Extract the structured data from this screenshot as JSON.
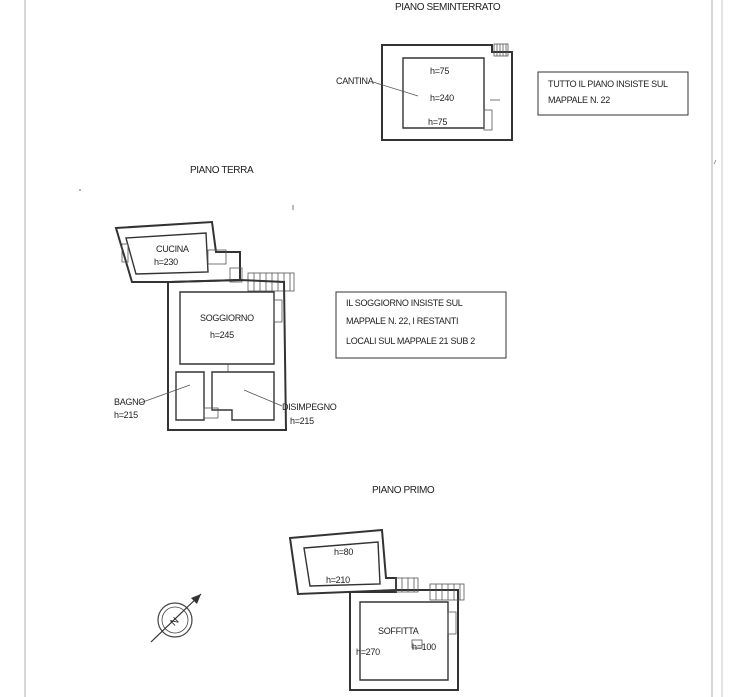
{
  "levels": {
    "basement": {
      "title": "PIANO SEMINTERRATO",
      "room": "CANTINA",
      "h_top": "h=75",
      "h_mid": "h=240",
      "h_bot": "h=75",
      "note_line1": "TUTTO IL PIANO INSISTE SUL",
      "note_line2": "MAPPALE N. 22"
    },
    "ground": {
      "title": "PIANO TERRA",
      "kitchen": "CUCINA",
      "kitchen_h": "h=230",
      "living": "SOGGIORNO",
      "living_h": "h=245",
      "bath": "BAGNO",
      "bath_h": "h=215",
      "hall": "DISIMPEGNO",
      "hall_h": "h=215",
      "note_line1": "IL SOGGIORNO INSISTE SUL",
      "note_line2": "MAPPALE N. 22, I RESTANTI",
      "note_line3": "LOCALI SUL MAPPALE 21 SUB 2"
    },
    "first": {
      "title": "PIANO PRIMO",
      "h_a": "h=80",
      "h_b": "h=210",
      "room": "SOFFITTA",
      "h_c": "h=270",
      "h_d": "h=100"
    }
  },
  "compass": {
    "letter": "N"
  }
}
